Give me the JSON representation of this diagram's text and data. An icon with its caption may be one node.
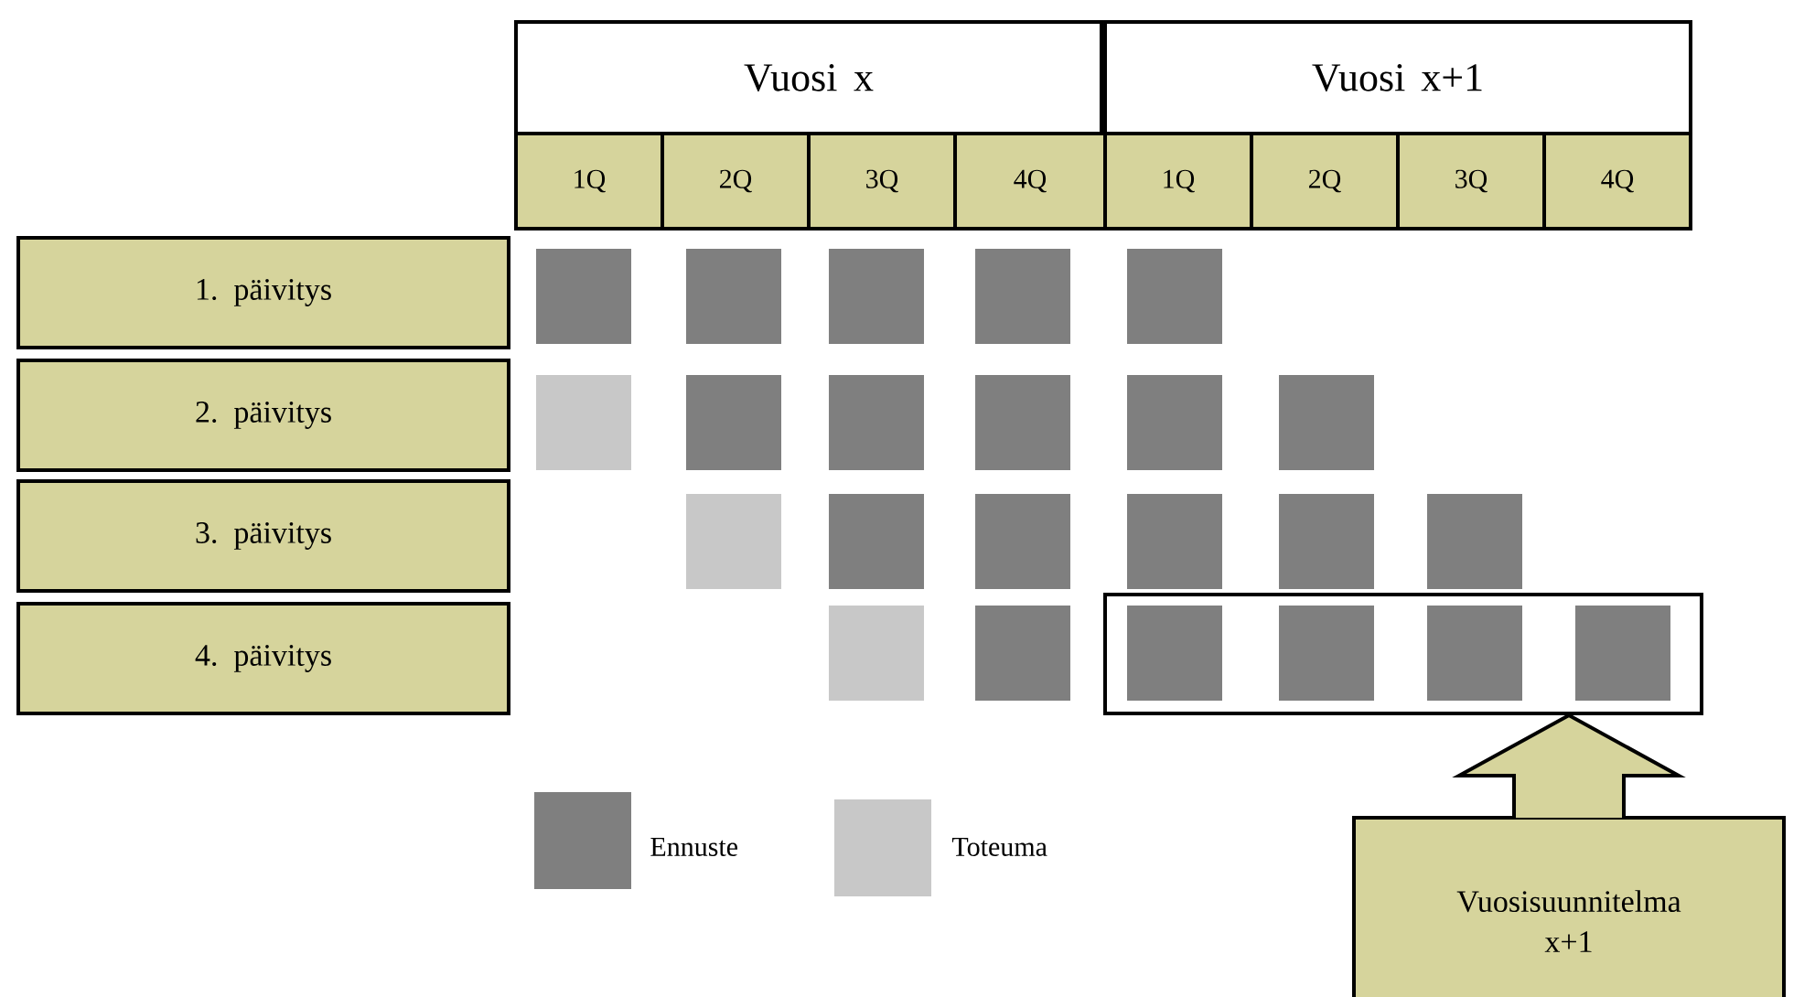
{
  "diagram": {
    "nodes": [
      {
        "text": [
          "Vuosi x"
        ]
      },
      {
        "text": [
          "Vuosi x+1"
        ]
      },
      {
        "text": [
          "1Q"
        ]
      },
      {
        "text": [
          "2Q"
        ]
      },
      {
        "text": [
          "3Q"
        ]
      },
      {
        "text": [
          "4Q"
        ]
      },
      {
        "text": [
          "1Q"
        ]
      },
      {
        "text": [
          "2Q"
        ]
      },
      {
        "text": [
          "3Q"
        ]
      },
      {
        "text": [
          "4Q"
        ]
      },
      {
        "text": [
          "1. päivitys"
        ]
      },
      {
        "text": [
          "2. päivitys"
        ]
      },
      {
        "text": [
          "3. päivitys"
        ]
      },
      {
        "text": [
          "4. päivitys"
        ]
      },
      {
        "text": [],
        "shape": "box"
      },
      {
        "text": [
          "Vuosisuunnitelma x+1"
        ]
      }
    ],
    "edges": [
      {
        "from": 15,
        "to": 14,
        "arrow": "to"
      }
    ],
    "legend": [
      {
        "text": "Ennuste",
        "color": "#7f7f7f"
      },
      {
        "text": "Toteuma",
        "color": "#c8c8c8"
      }
    ]
  }
}
